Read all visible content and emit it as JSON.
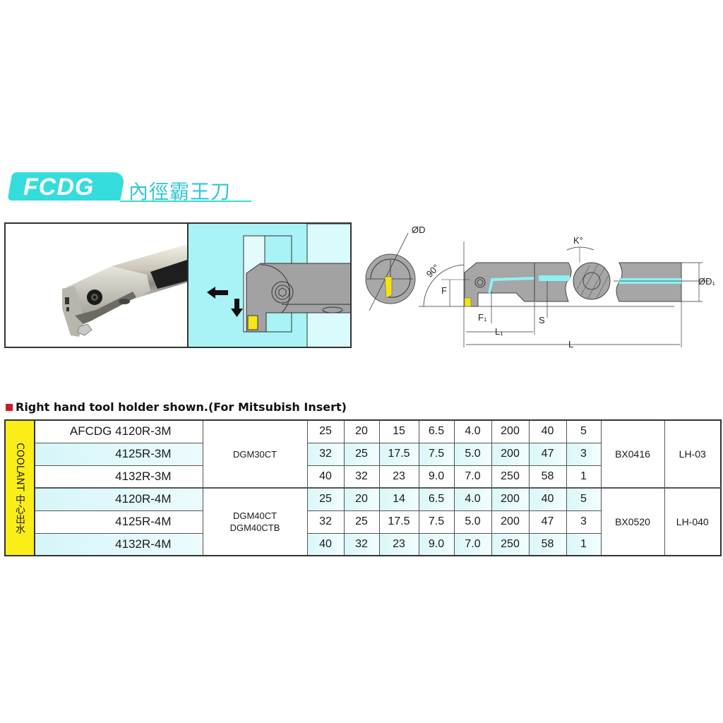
{
  "header": {
    "code": "FCDG",
    "name": "內徑霸王刀",
    "accent_color": "#35dcdc"
  },
  "illustration": {
    "arrow_left": "arrow-left",
    "arrow_down": "arrow-down",
    "insert_color": "#f5e616",
    "background_color": "#a9f2f5"
  },
  "drawing": {
    "labels": {
      "diameter": "ØD",
      "angle": "90°",
      "f": "F",
      "f1": "F₁",
      "l1": "L₁",
      "s": "S",
      "l": "L",
      "k": "K°",
      "d1": "ØD₁"
    }
  },
  "table": {
    "caption": "Right hand tool holder shown.(For Mitsubish Insert)",
    "coolant_label": "COOLANT 中心出水",
    "groups": [
      {
        "insert": [
          "DGM30CT"
        ],
        "screw": "BX0416",
        "wrench": "LH-03",
        "rows": [
          {
            "model": "AFCDG 4120R-3M",
            "values": [
              "25",
              "20",
              "15",
              "6.5",
              "4.0",
              "200",
              "40",
              "5"
            ]
          },
          {
            "model": "4125R-3M",
            "values": [
              "32",
              "25",
              "17.5",
              "7.5",
              "5.0",
              "200",
              "47",
              "3"
            ]
          },
          {
            "model": "4132R-3M",
            "values": [
              "40",
              "32",
              "23",
              "9.0",
              "7.0",
              "250",
              "58",
              "1"
            ]
          }
        ]
      },
      {
        "insert": [
          "DGM40CT",
          "DGM40CTB"
        ],
        "screw": "BX0520",
        "wrench": "LH-040",
        "rows": [
          {
            "model": "4120R-4M",
            "values": [
              "25",
              "20",
              "14",
              "6.5",
              "4.0",
              "200",
              "40",
              "5"
            ]
          },
          {
            "model": "4125R-4M",
            "values": [
              "32",
              "25",
              "17.5",
              "7.5",
              "5.0",
              "200",
              "47",
              "3"
            ]
          },
          {
            "model": "4132R-4M",
            "values": [
              "40",
              "32",
              "23",
              "9.0",
              "7.0",
              "250",
              "58",
              "1"
            ]
          }
        ]
      }
    ]
  }
}
